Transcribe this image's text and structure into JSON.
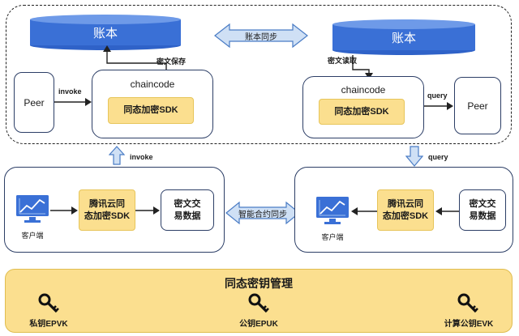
{
  "ledger": "账本",
  "ledger_sync": "账本同步",
  "encrypted_save": "密文保存",
  "encrypted_read": "密文读取",
  "peer": "Peer",
  "invoke": "invoke",
  "query": "query",
  "chaincode": "chaincode",
  "sdk_same_state": "同态加密SDK",
  "tencent_sdk_line1": "腾讯云同",
  "tencent_sdk_line2": "态加密SDK",
  "cipher_line1": "密文交",
  "cipher_line2": "易数据",
  "client": "客户端",
  "contract_sync": "智能合约同步",
  "key_mgmt_title": "同态密钥管理",
  "keys": [
    "私钥EPVK",
    "公钥EPUK",
    "计算公钥EVK"
  ]
}
